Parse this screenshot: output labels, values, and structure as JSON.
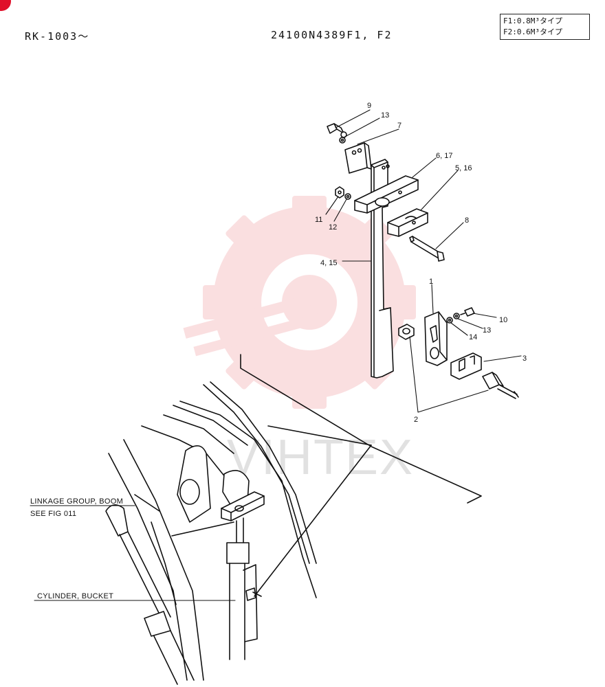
{
  "header": {
    "serial_range": "RK-1003～",
    "part_number": "24100N4389F1, F2",
    "spec_lines": [
      "F1:0.8M³タイプ",
      "F2:0.6M³タイプ"
    ]
  },
  "watermark": {
    "text": "VIHTEX",
    "color": "#f2a3a8"
  },
  "callouts": {
    "c9": "9",
    "c13a": "13",
    "c7": "7",
    "c6_17": "6, 17",
    "c5_16": "5, 16",
    "c11": "11",
    "c12": "12",
    "c8": "8",
    "c4_15": "4, 15",
    "c1": "1",
    "c10": "10",
    "c13b": "13",
    "c14": "14",
    "c3": "3",
    "c2": "2"
  },
  "notes": {
    "linkage_line1": "LINKAGE GROUP, BOOM",
    "linkage_line2": "SEE  FIG 011",
    "cylinder": "CYLINDER, BUCKET"
  }
}
